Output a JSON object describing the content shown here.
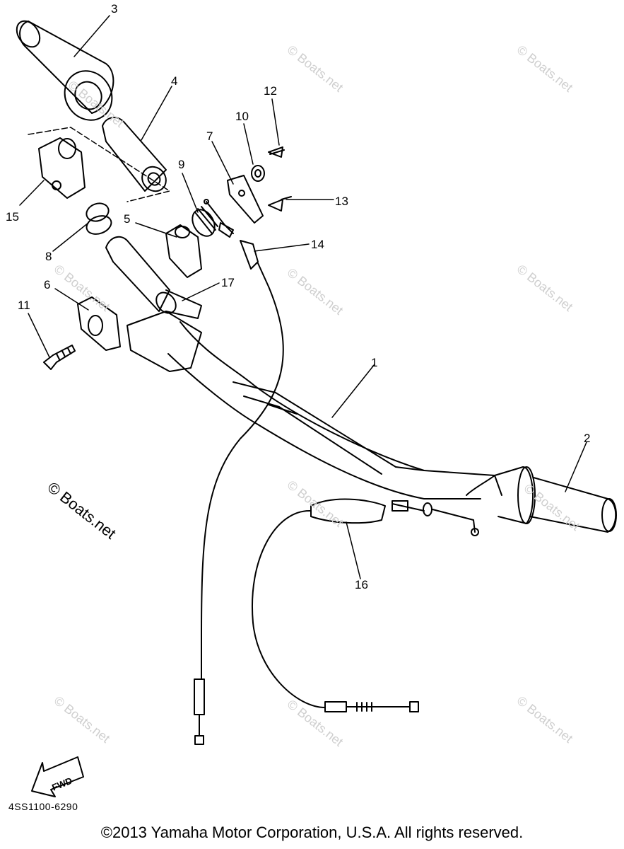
{
  "callouts": [
    {
      "id": "1",
      "text": "1"
    },
    {
      "id": "2",
      "text": "2"
    },
    {
      "id": "3",
      "text": "3"
    },
    {
      "id": "4",
      "text": "4"
    },
    {
      "id": "5",
      "text": "5"
    },
    {
      "id": "6",
      "text": "6"
    },
    {
      "id": "7",
      "text": "7"
    },
    {
      "id": "8",
      "text": "8"
    },
    {
      "id": "9",
      "text": "9"
    },
    {
      "id": "10",
      "text": "10"
    },
    {
      "id": "11",
      "text": "11"
    },
    {
      "id": "12",
      "text": "12"
    },
    {
      "id": "13",
      "text": "13"
    },
    {
      "id": "14",
      "text": "14"
    },
    {
      "id": "15",
      "text": "15"
    },
    {
      "id": "16",
      "text": "16"
    },
    {
      "id": "17",
      "text": "17"
    }
  ],
  "fwd_label": "FWD",
  "watermark": "© Boats.net",
  "reference_code": "4SS1100-6290",
  "copyright": "©2013 Yamaha Motor Corporation, U.S.A. All rights reserved."
}
